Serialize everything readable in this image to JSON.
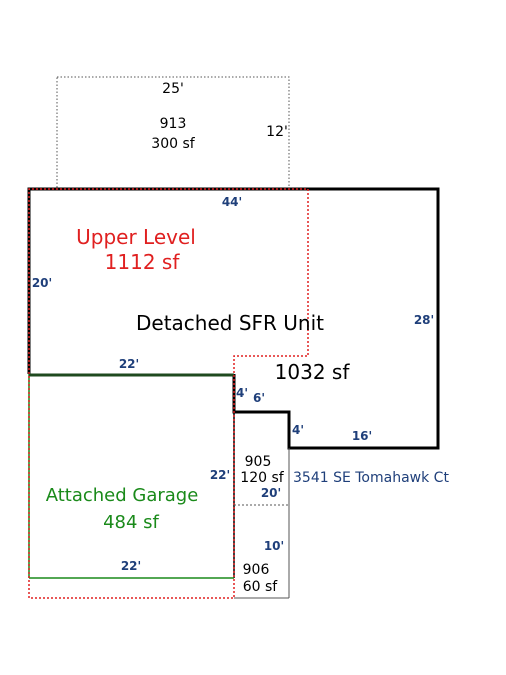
{
  "colors": {
    "wall": "#000000",
    "upper": "#e02020",
    "garage": "#1a8a1a",
    "garage_dark": "#1f4a1f",
    "dims": "#1f3f7a",
    "dotted": "#555555"
  },
  "area_913": {
    "id": "913",
    "dim_top": "25'",
    "dim_side": "12'",
    "sf": "300 sf"
  },
  "upper_level": {
    "label": "Upper Level",
    "sf": "1112 sf"
  },
  "main_unit": {
    "label": "Detached SFR Unit",
    "sf": "1032 sf"
  },
  "garage": {
    "label": "Attached Garage",
    "sf": "484 sf"
  },
  "area_905": {
    "id": "905",
    "sf": "120 sf"
  },
  "area_906": {
    "id": "906",
    "sf": "60 sf"
  },
  "address": "3541 SE Tomahawk Ct",
  "dims": {
    "top": "44'",
    "left": "20'",
    "right": "28'",
    "mid_left": "22'",
    "step_v": "4'",
    "step_h": "6'",
    "lower_v": "4'",
    "lower_h": "16'",
    "garage_right": "22'",
    "a905_bottom": "20'",
    "a906_side": "10'",
    "garage_bottom": "22'"
  }
}
